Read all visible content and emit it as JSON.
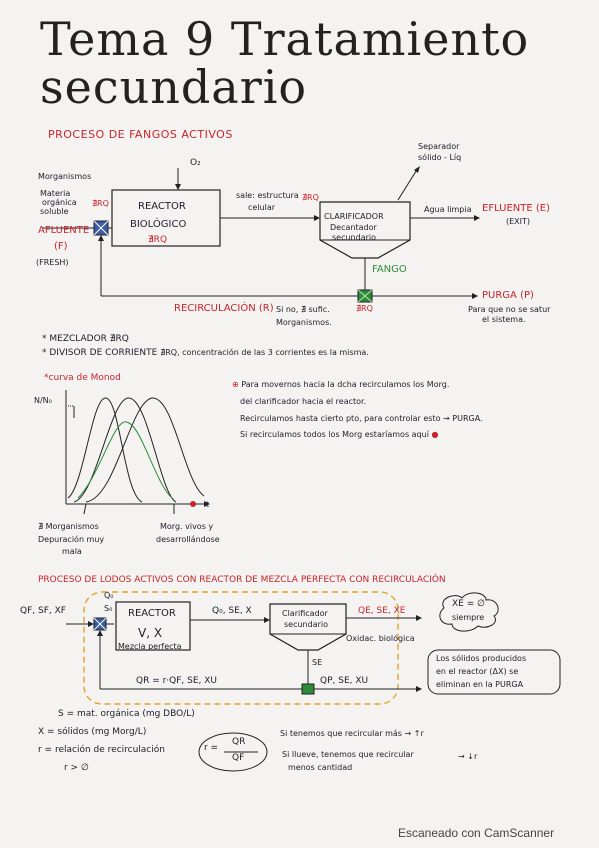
{
  "title": {
    "line1": "Tema 9 Tratamiento",
    "line2": "secundario"
  },
  "section1": {
    "heading": "PROCESO DE FANGOS ACTIVOS",
    "o2": "O₂",
    "inputs": [
      "Morganismos",
      "Materia",
      "orgánica",
      "soluble"
    ],
    "eq_mix": "∄RQ",
    "afluente": "AFLUENTE",
    "afluente_f": "(F)",
    "fresh": "(FRESH)",
    "reactor1": "REACTOR",
    "reactor2": "BIOLÓGICO",
    "reactor3": "∄RQ",
    "sale1": "sale: estructura",
    "sale2": "celular",
    "sale_rq": "∄RQ",
    "separador1": "Separador",
    "separador2": "sólido - Líq",
    "clar1": "CLARIFICADOR",
    "clar2": "Decantador",
    "clar3": "secundario",
    "agua": "Agua limpia",
    "efluente": "EFLUENTE (E)",
    "exit": "(EXIT)",
    "fango": "FANGO",
    "recirc": "RECIRCULACIÓN (R)",
    "recirc_note1": "Si no, ∄ sufic.",
    "recirc_note2": "Morganismos.",
    "recirc_rq": "∄RQ",
    "purga": "PURGA (P)",
    "purga_note1": "Para que no se satur",
    "purga_note2": "el sistema."
  },
  "notes": {
    "mezclador": "* MEZCLADOR ∄RQ",
    "divisor_head": "* DIVISOR DE CORRIENTE",
    "divisor_body": "∄RQ, concentración de las 3 corrientes es la misma."
  },
  "monod": {
    "heading": "*curva de Monod",
    "ylabel": "N/N₀",
    "xlabel": "t",
    "left1": "∄ Morganismos",
    "left2": "Depuración muy",
    "left3": "mala",
    "right1": "Morg. vivos y",
    "right2": "desarrollándose",
    "text1": "Para movernos hacia la dcha recirculamos los Morg.",
    "text2": "del clarificador hacia el reactor.",
    "text3": "Recirculamos hasta cierto pto, para controlar esto → PURGA.",
    "text4": "Si recirculamos todos los Morg estaríamos aquí"
  },
  "section2": {
    "heading": "PROCESO DE LODOS ACTIVOS CON REACTOR DE MEZCLA PERFECTA CON RECIRCULACIÓN",
    "input": "QF, SF, XF",
    "q0": "Q₀",
    "s0": "S₀",
    "reactor": "REACTOR",
    "vx": "V, X",
    "mezcla": "Mezcla perfecta",
    "q0sex": "Q₀, SE, X",
    "clar1": "Clarificador",
    "clar2": "secundario",
    "oxid": "Oxidac. biológica",
    "out": "QE, SE, XE",
    "cloud1": "XE = ∅",
    "cloud2": "siempre",
    "se": "SE",
    "recirc": "QR = r·QF, SE, XU",
    "purga": "QP, SE, XU",
    "box1": "Los sólidos producidos",
    "box2": "en el reactor (ΔX) se",
    "box3": "eliminan en la PURGA"
  },
  "legend": {
    "s": "S = mat. orgánica (mg DBO/L)",
    "x": "X = sólidos (mg Morg/L)",
    "r": "r = relación de recirculación",
    "rgt": "r > ∅",
    "eq_r": "r =",
    "eq_num": "QR",
    "eq_den": "QF",
    "if1": "Si tenemos que recircular más → ↑r",
    "if2": "Si llueve, tenemos que recircular",
    "if2b": "menos cantidad",
    "if2c": "→ ↓r"
  },
  "footer": "Escaneado con CamScanner"
}
